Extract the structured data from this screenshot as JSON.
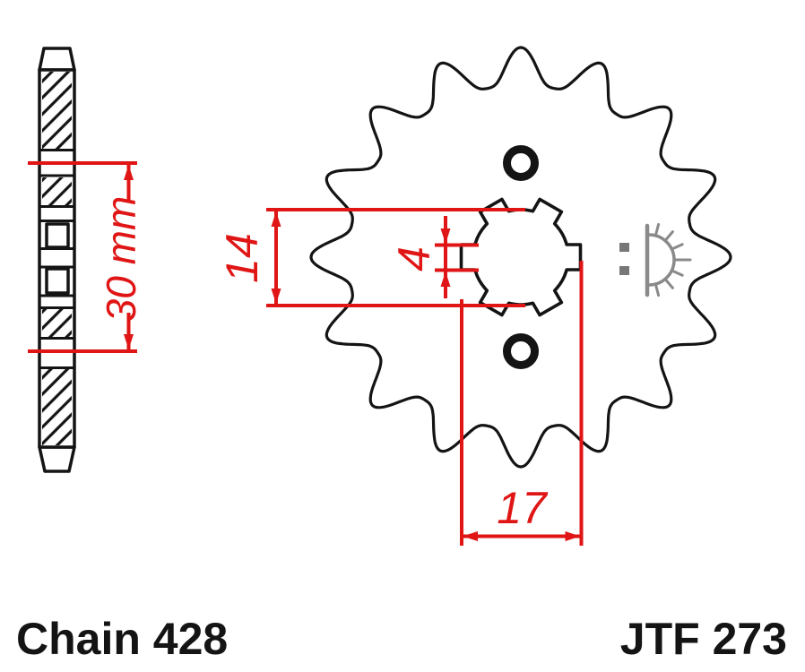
{
  "figure": {
    "type": "technical-drawing",
    "subject": "front chain sprocket with side cross-section view",
    "chain_label": "Chain 428",
    "model_label": "JTF 273"
  },
  "colors": {
    "outline": "#141414",
    "dimension": "#e01515",
    "stamp": "#8a8a8a",
    "background": "#ffffff"
  },
  "front_view": {
    "teeth": 16,
    "bolt_holes": 2,
    "spline_notches": 6
  },
  "dimensions": {
    "side_width": {
      "label": "30 mm",
      "value": 30,
      "unit": "mm"
    },
    "bore_diameter": {
      "label": "14",
      "value": 14
    },
    "spline_groove_width": {
      "label": "4",
      "value": 4
    },
    "spline_outer_diameter": {
      "label": "17",
      "value": 17
    }
  }
}
